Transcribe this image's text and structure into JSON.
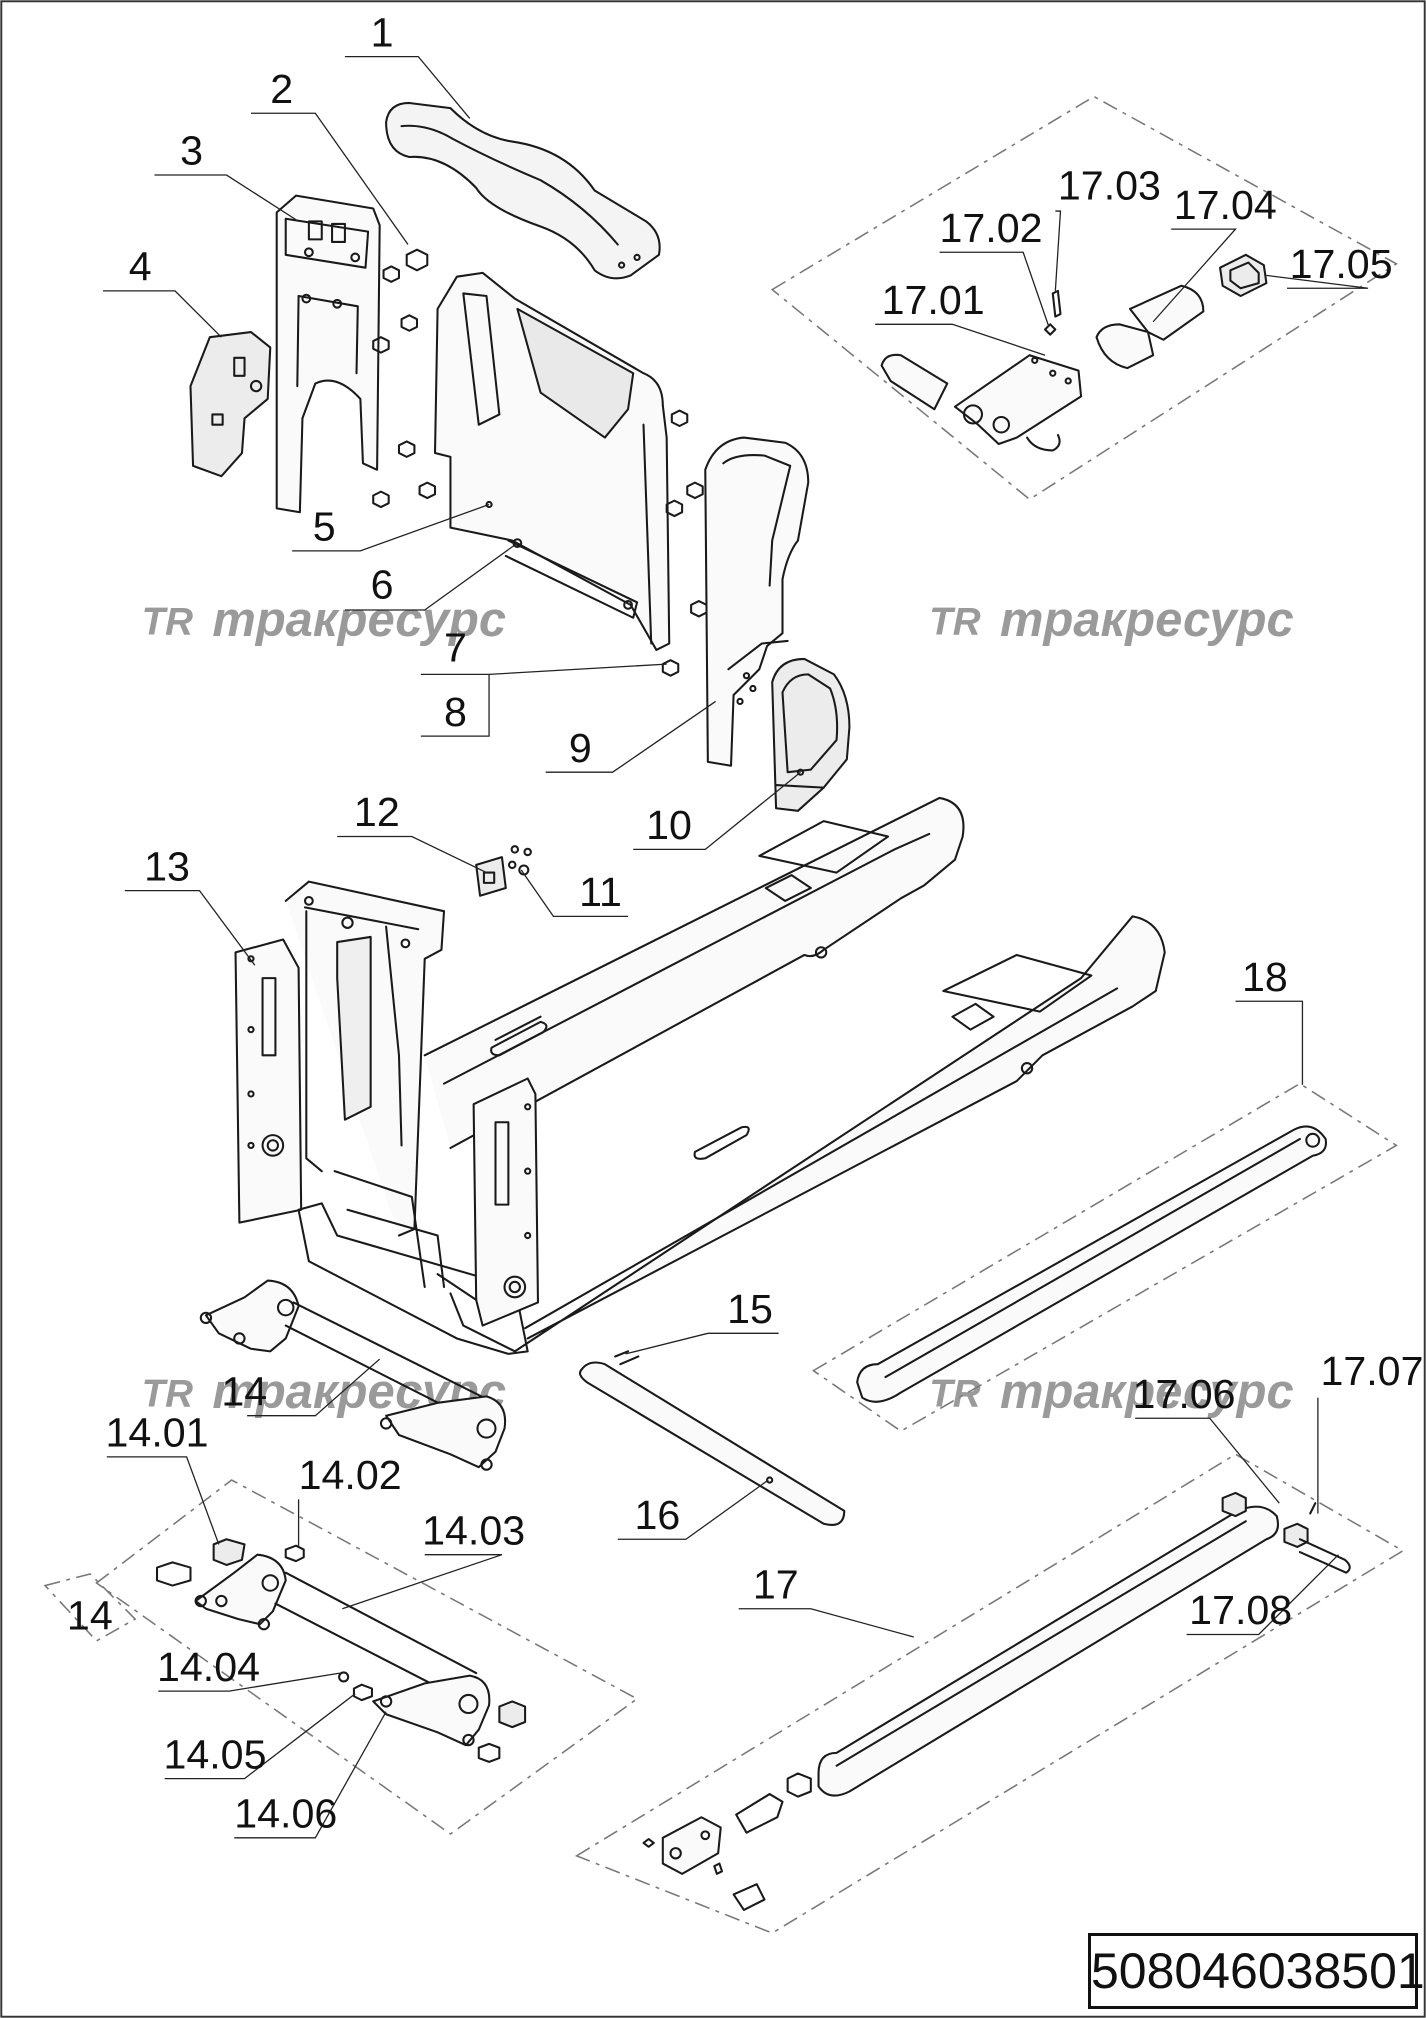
{
  "title": "",
  "watermark": {
    "logo": "TR",
    "text": "тракресурс"
  },
  "document_number": "508046038501",
  "callouts": {
    "c1": "1",
    "c2": "2",
    "c3": "3",
    "c4": "4",
    "c5": "5",
    "c6": "6",
    "c7": "7",
    "c8": "8",
    "c9": "9",
    "c10": "10",
    "c11": "11",
    "c12": "12",
    "c13": "13",
    "c14": "14",
    "c14box": "14",
    "c15": "15",
    "c16": "16",
    "c17": "17",
    "c18": "18",
    "c1401": "14.01",
    "c1402": "14.02",
    "c1403": "14.03",
    "c1404": "14.04",
    "c1405": "14.05",
    "c1406": "14.06",
    "c1701": "17.01",
    "c1702": "17.02",
    "c1703": "17.03",
    "c1704": "17.04",
    "c1705": "17.05",
    "c1706": "17.06",
    "c1707": "17.07",
    "c1708": "17.08"
  }
}
